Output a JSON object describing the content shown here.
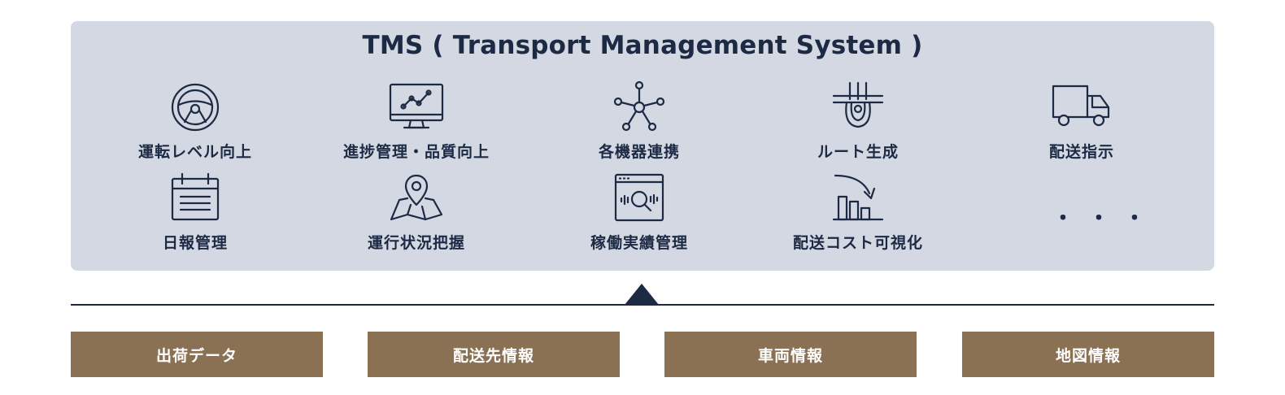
{
  "title": "TMS ( Transport Management System )",
  "features": [
    {
      "label": "運転レベル向上",
      "icon": "steering-wheel-icon"
    },
    {
      "label": "進捗管理・品質向上",
      "icon": "monitor-chart-icon"
    },
    {
      "label": "各機器連携",
      "icon": "network-hub-icon"
    },
    {
      "label": "ルート生成",
      "icon": "route-road-icon"
    },
    {
      "label": "配送指示",
      "icon": "truck-icon"
    },
    {
      "label": "日報管理",
      "icon": "calendar-icon"
    },
    {
      "label": "運行状況把握",
      "icon": "map-pin-icon"
    },
    {
      "label": "稼働実績管理",
      "icon": "browser-search-icon"
    },
    {
      "label": "配送コスト可視化",
      "icon": "cost-down-chart-icon"
    }
  ],
  "ellipsis": "・・・",
  "data_sources": [
    "出荷データ",
    "配送先情報",
    "車両情報",
    "地図情報"
  ],
  "colors": {
    "panel": "#d3d8e2",
    "navy": "#1c2a44",
    "box": "#8a7154"
  }
}
